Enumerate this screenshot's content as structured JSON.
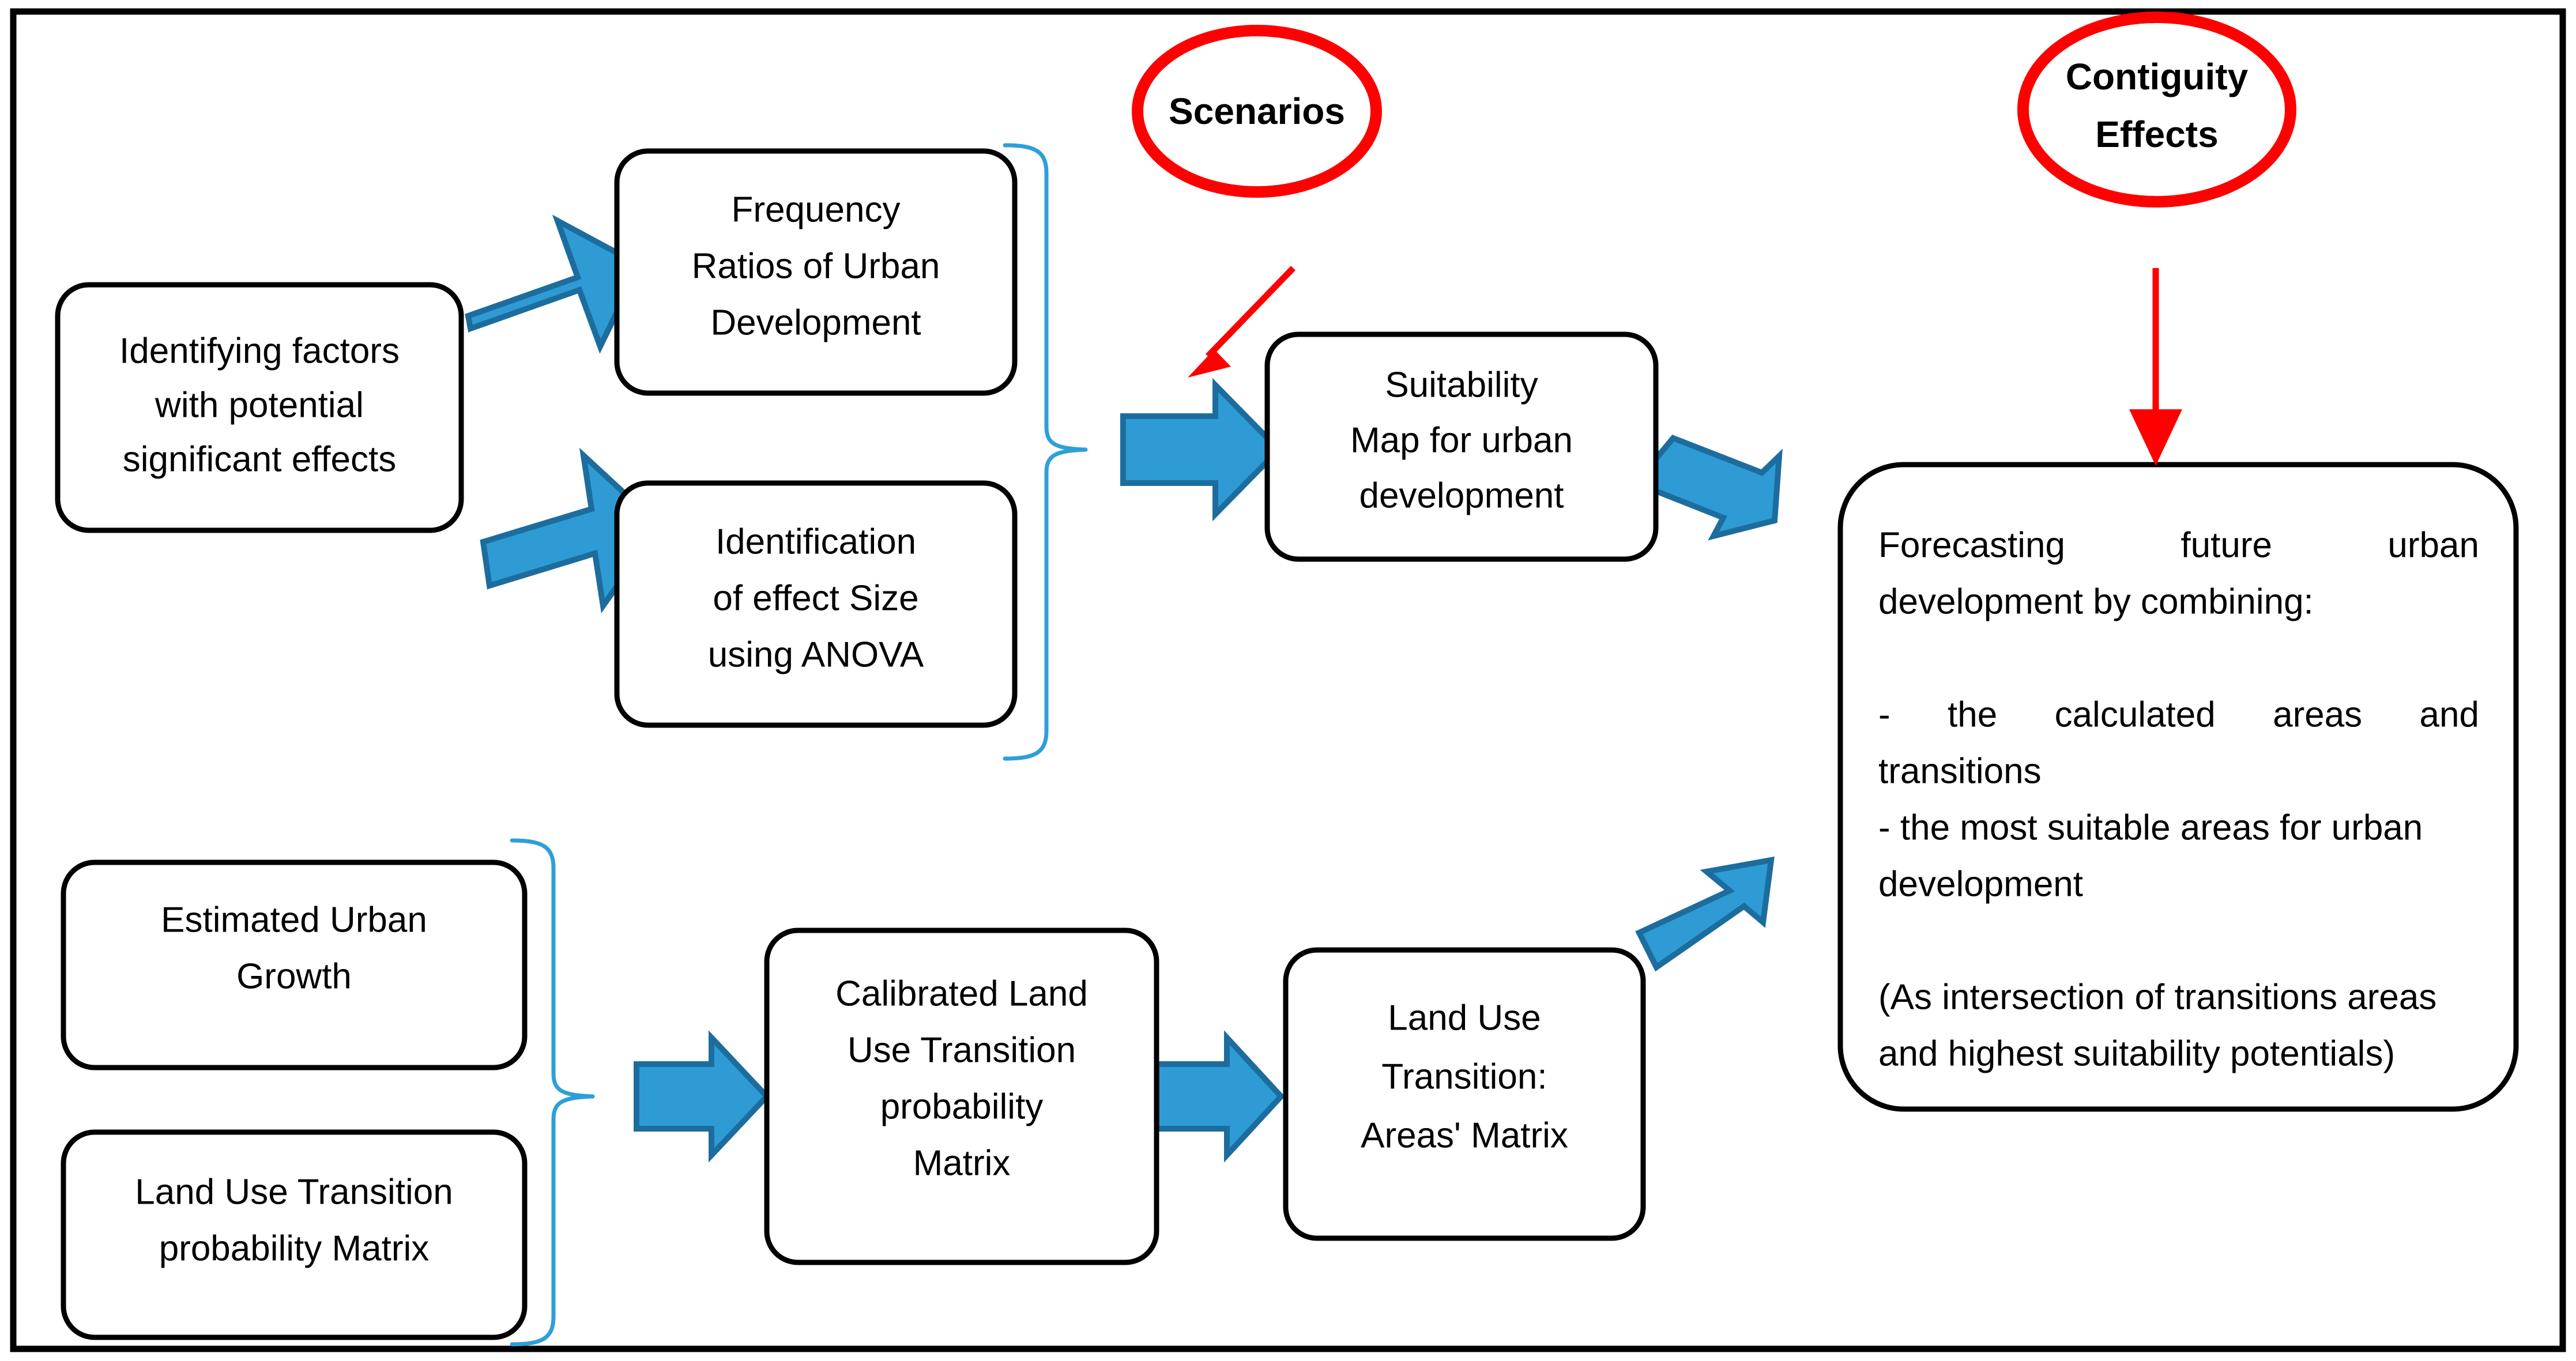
{
  "diagram": {
    "title": "Urban development forecasting methodology flowchart",
    "colors": {
      "frame_border": "#000000",
      "node_border": "#000000",
      "node_fill": "#ffffff",
      "arrow_fill": "#2e9bd4",
      "arrow_stroke": "#1c6d9e",
      "brace": "#2e9fd8",
      "highlight": "#ff0000",
      "text": "#000000"
    },
    "nodes": {
      "identifying_factors": {
        "lines": [
          "Identifying factors",
          "with potential",
          "significant effects"
        ]
      },
      "frequency_ratios": {
        "lines": [
          "Frequency",
          "Ratios of Urban",
          "Development"
        ]
      },
      "effect_size": {
        "lines": [
          "Identification",
          "of effect Size",
          "using ANOVA"
        ]
      },
      "suitability_map": {
        "lines": [
          "Suitability",
          "Map for urban",
          "development"
        ]
      },
      "estimated_growth": {
        "lines": [
          "Estimated Urban",
          "Growth"
        ]
      },
      "transition_matrix": {
        "lines": [
          "Land Use Transition",
          "probability Matrix"
        ]
      },
      "calibrated_matrix": {
        "lines": [
          "Calibrated Land",
          "Use Transition",
          "probability",
          "Matrix"
        ]
      },
      "areas_matrix": {
        "lines": [
          "Land Use",
          "Transition:",
          "Areas' Matrix"
        ]
      },
      "forecasting": {
        "lines": [
          {
            "words": [
              "Forecasting",
              "future",
              "urban"
            ],
            "justify": true
          },
          {
            "words": [
              "development by combining:"
            ],
            "justify": false
          },
          {
            "words": [],
            "justify": false
          },
          {
            "words": [
              "-",
              "the",
              "calculated",
              "areas",
              "and"
            ],
            "justify": true
          },
          {
            "words": [
              "transitions"
            ],
            "justify": false
          },
          {
            "words": [
              "- the most suitable areas for urban"
            ],
            "justify": false
          },
          {
            "words": [
              "development"
            ],
            "justify": false
          },
          {
            "words": [],
            "justify": false
          },
          {
            "words": [
              "(As intersection of transitions areas"
            ],
            "justify": false
          },
          {
            "words": [
              "and highest suitability potentials)"
            ],
            "justify": false
          }
        ]
      }
    },
    "callouts": {
      "scenarios": {
        "lines": [
          "Scenarios"
        ]
      },
      "contiguity_effects": {
        "lines": [
          "Contiguity",
          "Effects"
        ]
      }
    }
  }
}
